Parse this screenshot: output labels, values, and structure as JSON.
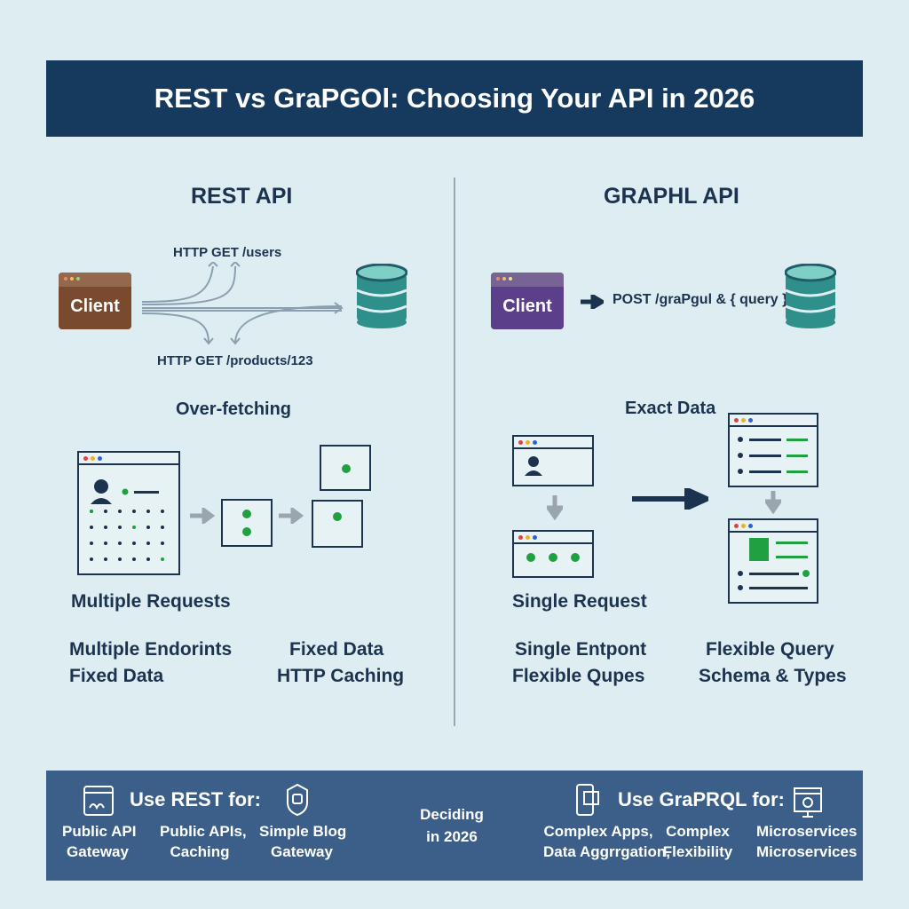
{
  "title": "REST vs GraPGOl: Choosing Your API in 2026",
  "rest": {
    "heading": "REST API",
    "client_label": "Client",
    "request_top": "HTTP GET /users",
    "request_bottom": "HTTP GET /products/123",
    "overfetch_label": "Over-fetching",
    "multiple_requests": "Multiple Requests",
    "feature_left_1": "Multiple Endorints",
    "feature_left_2": "Fixed Data",
    "feature_right_1": "Fixed Data",
    "feature_right_2": "HTTP Caching"
  },
  "graphql": {
    "heading": "GRAPHL API",
    "client_label": "Client",
    "request": "POST /graPgul & { query }",
    "exact_label": "Exact Data",
    "single_request": "Single Request",
    "feature_left_1": "Single Entpont",
    "feature_left_2": "Flexible Qupes",
    "feature_right_1": "Flexible Query",
    "feature_right_2": "Schema & Types"
  },
  "bottom": {
    "use_rest": "Use REST for:",
    "rest_items": [
      "Public API\nGateway",
      "Public APIs,\nCaching",
      "Simple Blog\nGateway"
    ],
    "center_1": "Deciding",
    "center_2": "in 2026",
    "use_graphql": "Use GraPRQL for:",
    "graphql_items": [
      "Complex Apps,\nData Aggrrgation,",
      "Complex\nFlexibility",
      "Microservices\nMicroservices"
    ]
  },
  "colors": {
    "title_bg": "#153a5e",
    "bottom_bg": "#3b5f88",
    "rest_client": "#7a4a2e",
    "graphql_client": "#5b3f8a",
    "db": "#2f8f8a",
    "accent_green": "#20a040"
  }
}
